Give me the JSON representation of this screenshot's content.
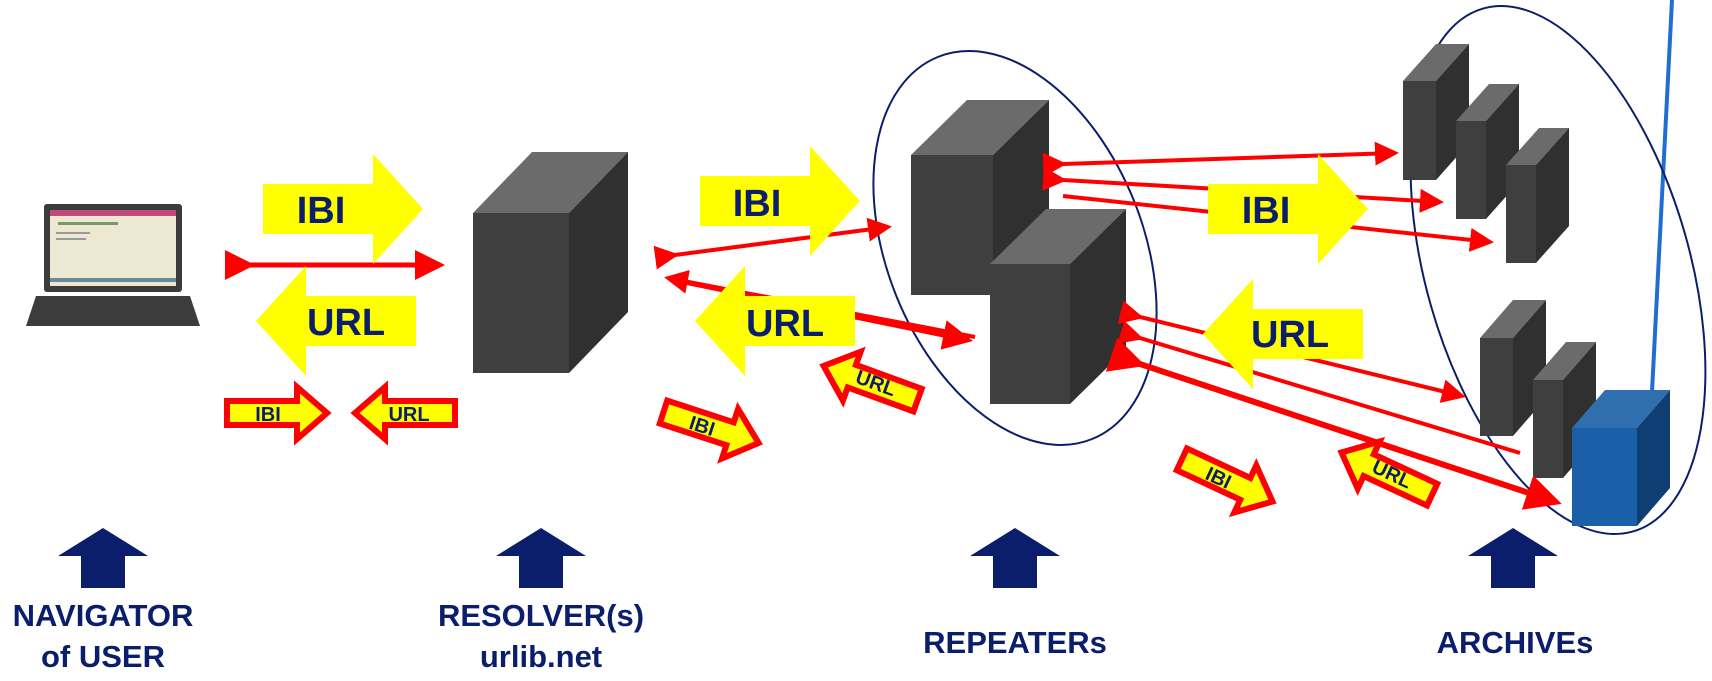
{
  "arrows": {
    "ibi": "IBI",
    "url": "URL"
  },
  "captions": {
    "navigator": [
      "NAVIGATOR",
      "of USER"
    ],
    "resolver": [
      "RESOLVER(s)",
      "urlib.net"
    ],
    "repeaters": [
      "REPEATERs"
    ],
    "archives": [
      "ARCHIVEs"
    ]
  },
  "colors": {
    "flow_arrow": "#ff0000",
    "big_arrow_fill": "#ffff00",
    "small_arrow_fill": "#ffff00",
    "small_arrow_stroke": "#ff0000",
    "server_dark": "#3c3c3c",
    "server_highlight": "#1a5fa8",
    "cluster_outline": "#0b1e6b",
    "caption_arrow": "#0b1e6b",
    "caption_text": "#0b1e6b",
    "link_line": "#1e6fd0"
  }
}
